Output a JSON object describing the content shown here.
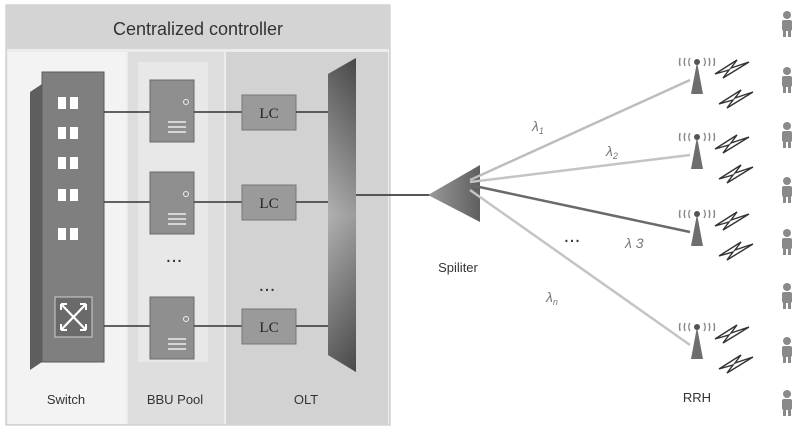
{
  "controller": {
    "title": "Centralized controller",
    "sections": {
      "switch": "Switch",
      "bbu_pool": "BBU Pool",
      "olt": "OLT"
    }
  },
  "lc_label": "LC",
  "ellipsis": "...",
  "splitter_label": "Spiliter",
  "rrh_label": "RRH",
  "wavelengths": {
    "l1": "λ",
    "l1_sub": "1",
    "l2": "λ",
    "l2_sub": "2",
    "l3": "λ 3",
    "ln": "λ",
    "ln_sub": "n"
  },
  "colors": {
    "controller_bg": "#ececec",
    "title_bar": "#d6d6d6",
    "section_panel": "#dadada",
    "switch_body": "#7d7d7d",
    "bbu_unit": "#8f8f8f",
    "lc_box": "#9a9a9a",
    "olt_gradient_dark": "#5a5a5a",
    "olt_gradient_light": "#c8c8c8",
    "fiber": "#555555",
    "fiber_light": "#bdbdbd",
    "rrh": "#6e6e6e",
    "user": "#8a8a8a"
  }
}
